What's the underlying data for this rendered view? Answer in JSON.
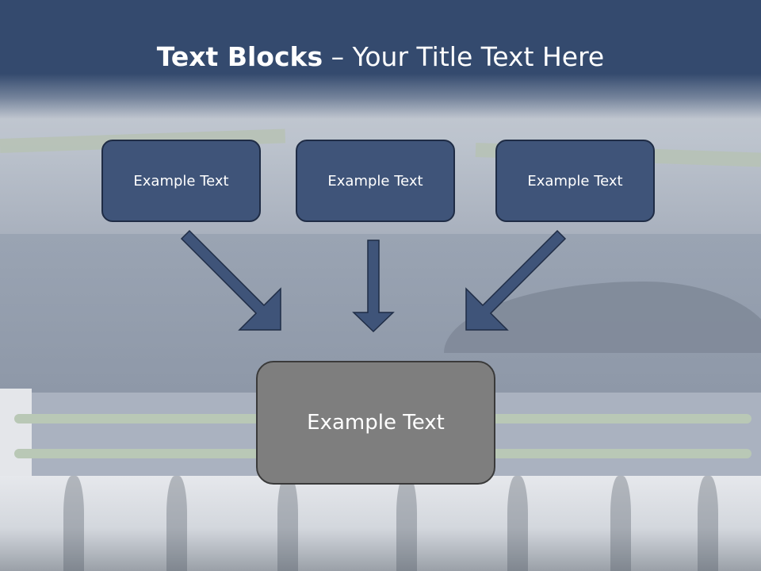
{
  "slide": {
    "title_bold": "Text Blocks",
    "title_rest": " – Your Title Text Here"
  },
  "blocks": [
    {
      "label": "Example Text"
    },
    {
      "label": "Example Text"
    },
    {
      "label": "Example Text"
    }
  ],
  "target": {
    "label": "Example Text"
  },
  "colors": {
    "title_bar": "#344a6e",
    "block_fill": "#3f5479",
    "block_border": "#1f2c45",
    "target_fill": "#7e7e7e",
    "arrow": "#3f5479"
  }
}
